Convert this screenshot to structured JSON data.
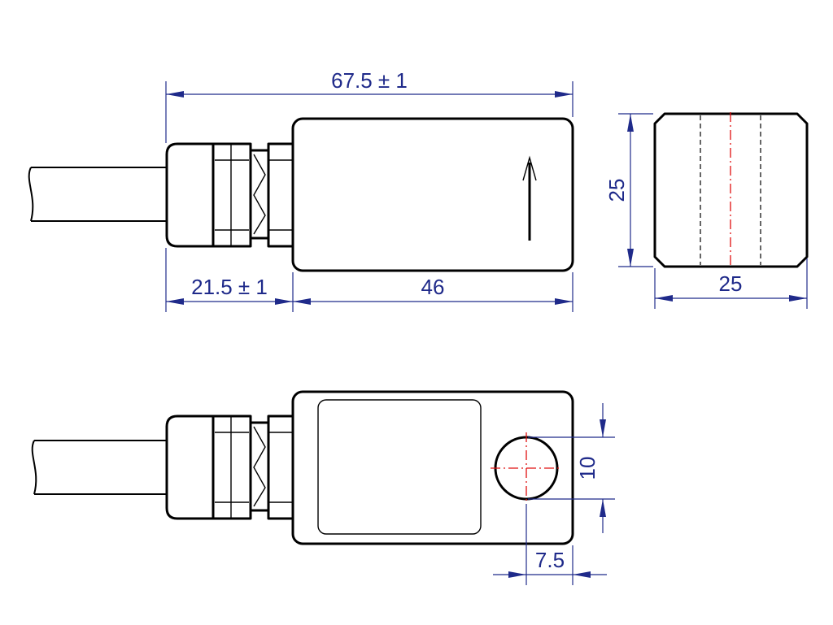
{
  "dimensions": {
    "overall_length": "67.5 ± 1",
    "connector_length": "21.5 ± 1",
    "body_length": "46",
    "side_height": "25",
    "side_width": "25",
    "hole_diameter": "10",
    "hole_offset": "7.5"
  },
  "colors": {
    "outline": "#000000",
    "dimension": "#1f2a8a",
    "centerline": "#e01010"
  }
}
